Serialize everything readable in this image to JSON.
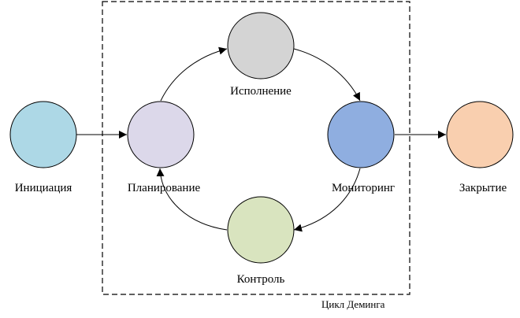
{
  "diagram": {
    "nodes": {
      "initiation": {
        "label": "Инициация",
        "color": "#ADD8E6"
      },
      "planning": {
        "label": "Планирование",
        "color": "#DCD8EA"
      },
      "execution": {
        "label": "Исполнение",
        "color": "#D4D4D4"
      },
      "monitoring": {
        "label": "Мониторинг",
        "color": "#8FAEE0"
      },
      "control": {
        "label": "Контроль",
        "color": "#D9E4BF"
      },
      "closing": {
        "label": "Закрытие",
        "color": "#F9CFAF"
      }
    },
    "frame": {
      "caption": "Цикл Деминга"
    },
    "edges": [
      {
        "from": "initiation",
        "to": "planning"
      },
      {
        "from": "planning",
        "to": "execution"
      },
      {
        "from": "execution",
        "to": "monitoring"
      },
      {
        "from": "monitoring",
        "to": "control"
      },
      {
        "from": "control",
        "to": "planning"
      },
      {
        "from": "monitoring",
        "to": "closing"
      }
    ]
  }
}
